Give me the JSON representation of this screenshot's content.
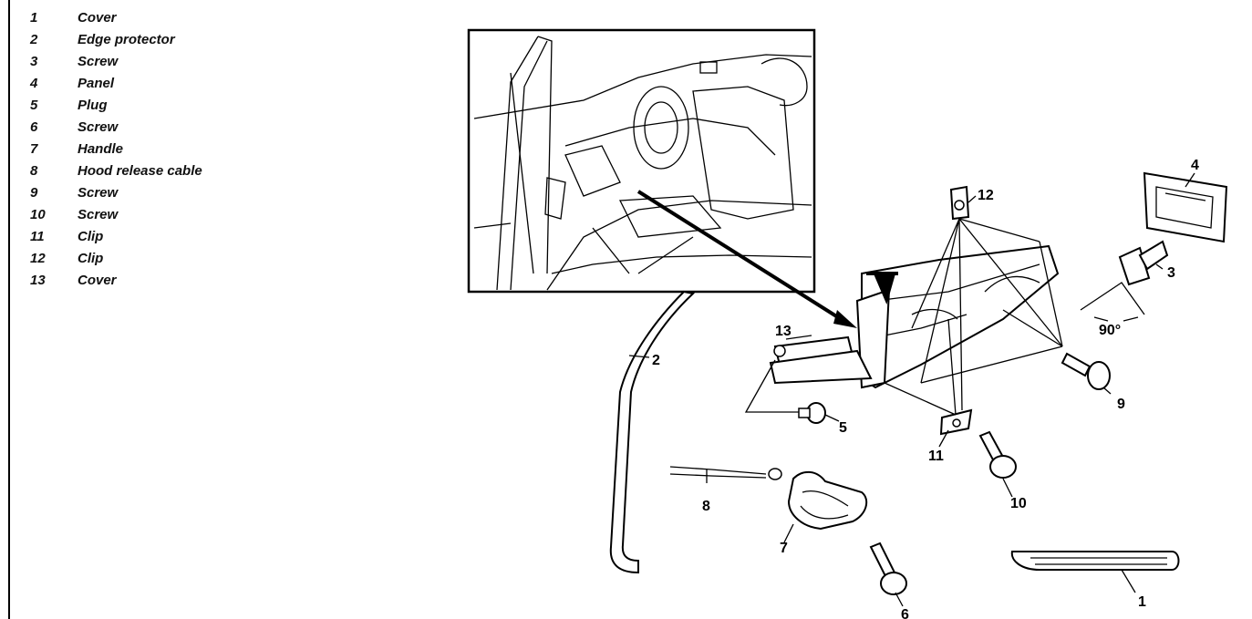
{
  "legend": [
    {
      "number": "1",
      "name": "Cover"
    },
    {
      "number": "2",
      "name": "Edge protector"
    },
    {
      "number": "3",
      "name": "Screw"
    },
    {
      "number": "4",
      "name": "Panel"
    },
    {
      "number": "5",
      "name": "Plug"
    },
    {
      "number": "6",
      "name": "Screw"
    },
    {
      "number": "7",
      "name": "Handle"
    },
    {
      "number": "8",
      "name": "Hood release cable"
    },
    {
      "number": "9",
      "name": "Screw"
    },
    {
      "number": "10",
      "name": "Screw"
    },
    {
      "number": "11",
      "name": "Clip"
    },
    {
      "number": "12",
      "name": "Clip"
    },
    {
      "number": "13",
      "name": "Cover"
    }
  ],
  "callouts": {
    "c1": "1",
    "c2": "2",
    "c3": "3",
    "c4": "4",
    "c5": "5",
    "c6": "6",
    "c7": "7",
    "c8": "8",
    "c9": "9",
    "c10": "10",
    "c11": "11",
    "c12": "12",
    "c13": "13"
  },
  "angle_label": "90°",
  "icons": [
    "car-interior-inset",
    "edge-protector-part",
    "panel-part",
    "screw-part",
    "clip-part",
    "handle-part",
    "cable-part",
    "cover-part",
    "plug-part",
    "arrow-indicator"
  ]
}
